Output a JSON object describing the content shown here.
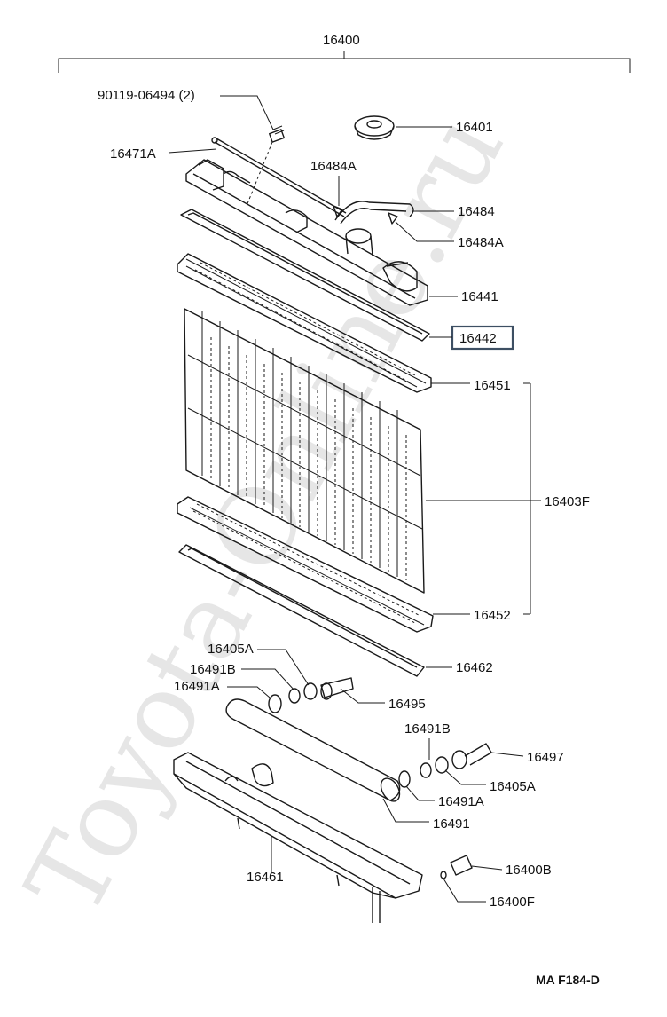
{
  "watermark": "Toyota-Online.ru",
  "footer_code": "MA F184-D",
  "highlighted_part": "16442",
  "parts": {
    "p16400": "16400",
    "p90119": "90119-06494 (2)",
    "p16401": "16401",
    "p16471A": "16471A",
    "p16484A_top": "16484A",
    "p16484": "16484",
    "p16484A": "16484A",
    "p16441": "16441",
    "p16442": "16442",
    "p16451": "16451",
    "p16403F": "16403F",
    "p16452": "16452",
    "p16462": "16462",
    "p16405A_left": "16405A",
    "p16491B_left": "16491B",
    "p16491A_left": "16491A",
    "p16495": "16495",
    "p16491B_right": "16491B",
    "p16497": "16497",
    "p16405A_right": "16405A",
    "p16491A_right": "16491A",
    "p16491": "16491",
    "p16461": "16461",
    "p16400B": "16400B",
    "p16400F": "16400F"
  }
}
